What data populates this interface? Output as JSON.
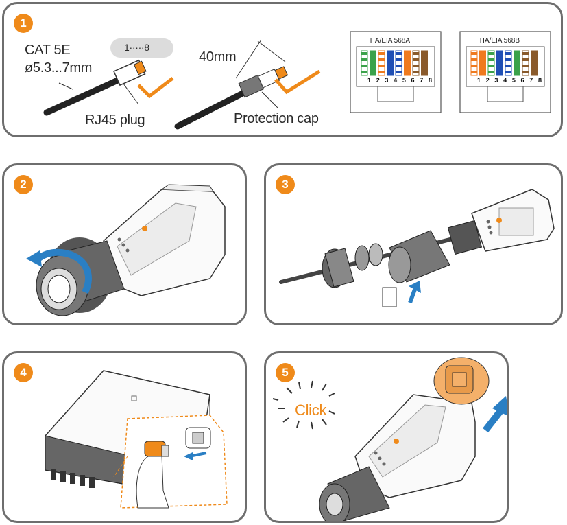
{
  "steps": [
    {
      "number": "1"
    },
    {
      "number": "2"
    },
    {
      "number": "3"
    },
    {
      "number": "4"
    },
    {
      "number": "5"
    }
  ],
  "step1": {
    "cable_type": "CAT 5E",
    "cable_diameter": "ø5.3...7mm",
    "tag": "1·····8",
    "plug_label": "RJ45 plug",
    "strip_length": "40mm",
    "cap_label": "Protection cap"
  },
  "wiring": {
    "standard_a": {
      "title": "TIA/EIA 568A",
      "pins": "1 2 3 4 5 6 7 8",
      "colors": [
        "#3aa24a",
        "#3aa24a",
        "#ef7a1e",
        "#1f4fb5",
        "#1f4fb5",
        "#ef7a1e",
        "#8a5a2b",
        "#8a5a2b"
      ],
      "stripes": [
        true,
        false,
        true,
        false,
        true,
        false,
        true,
        false
      ]
    },
    "standard_b": {
      "title": "TIA/EIA 568B",
      "pins": "1 2 3 4 5 6 7 8",
      "colors": [
        "#ef7a1e",
        "#ef7a1e",
        "#3aa24a",
        "#1f4fb5",
        "#1f4fb5",
        "#3aa24a",
        "#8a5a2b",
        "#8a5a2b"
      ],
      "stripes": [
        true,
        false,
        true,
        false,
        true,
        false,
        true,
        false
      ]
    }
  },
  "step5": {
    "click_label": "Click"
  },
  "colors": {
    "accent": "#ef8a1a",
    "arrow": "#2a7fc4",
    "border": "#6e6e6e"
  }
}
